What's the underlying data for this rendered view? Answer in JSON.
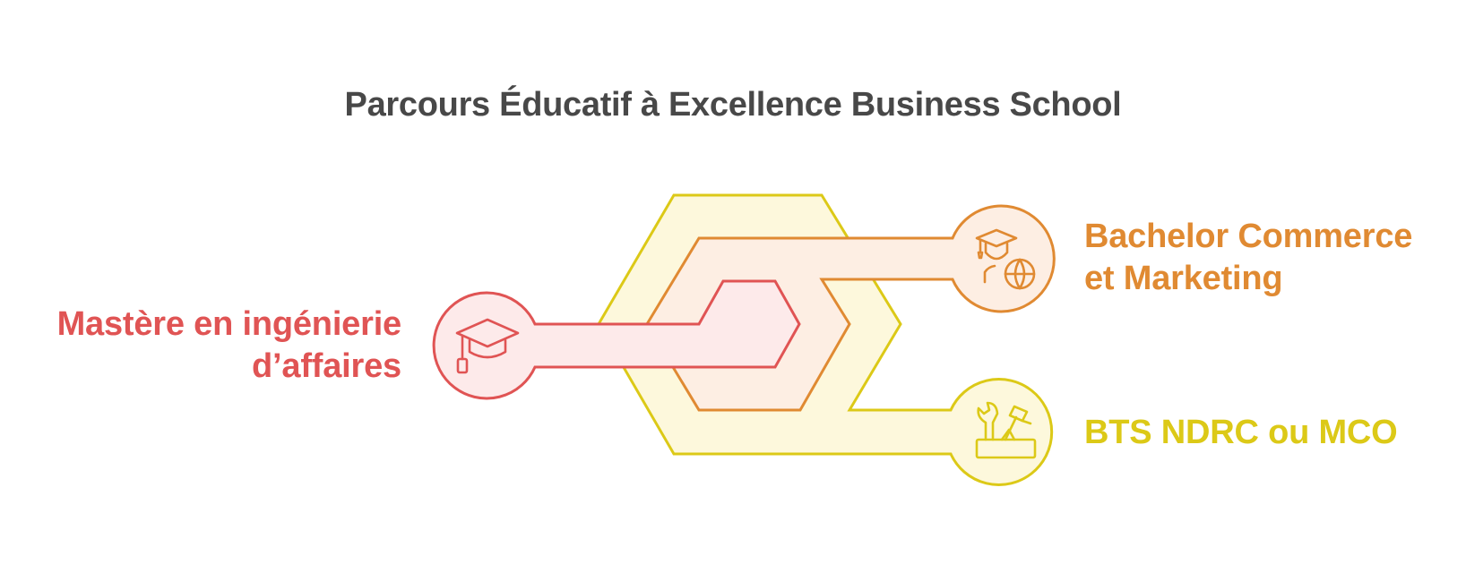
{
  "title": "Parcours Éducatif à Excellence Business School",
  "items": [
    {
      "id": "master",
      "lines": [
        "Mastère en ingénierie",
        "d’affaires"
      ],
      "icon": "graduation-cap-icon",
      "color": "#e05454"
    },
    {
      "id": "bachelor",
      "lines": [
        "Bachelor Commerce",
        "et Marketing"
      ],
      "icon": "graduate-globe-icon",
      "color": "#e08a32"
    },
    {
      "id": "bts",
      "lines": [
        "BTS NDRC ou MCO"
      ],
      "icon": "tools-icon",
      "color": "#dcc917"
    }
  ]
}
